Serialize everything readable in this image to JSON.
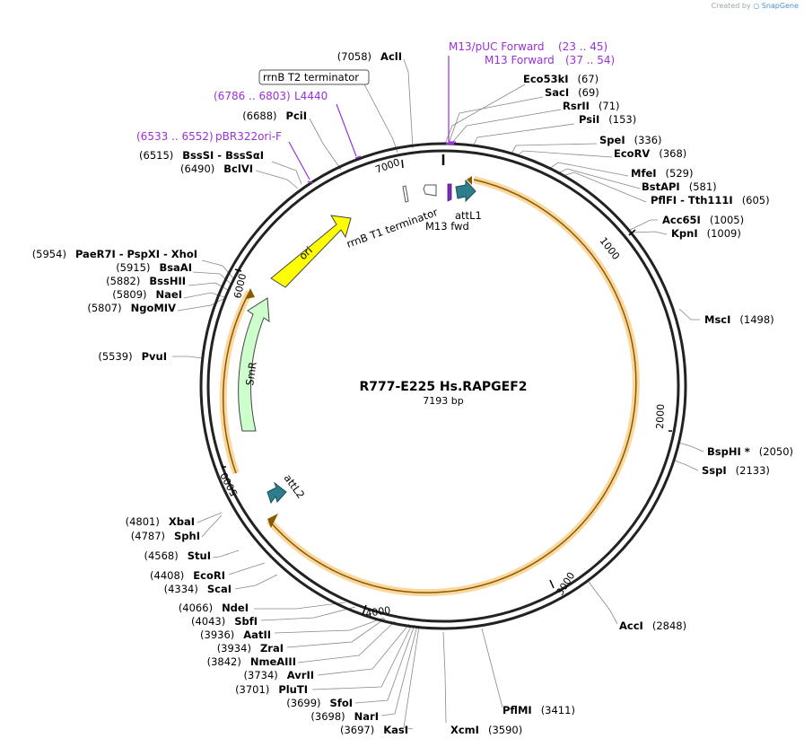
{
  "credit": {
    "prefix": "Created by",
    "brand": "SnapGene"
  },
  "plasmid": {
    "name": "R777-E225 Hs.RAPGEF2",
    "length_label": "7193 bp",
    "length": 7193
  },
  "ticks": [
    "1000",
    "2000",
    "3000",
    "4000",
    "5000",
    "6000",
    "7000"
  ],
  "inner_features": [
    {
      "label": "ori",
      "color": "#ffff00"
    },
    {
      "label": "SmR",
      "color": "#ccffcc"
    },
    {
      "label": "attL1",
      "color": "#2e7d8c"
    },
    {
      "label": "attL2",
      "color": "#2e7d8c"
    },
    {
      "label": "M13 fwd",
      "color": "#7a2fbf"
    },
    {
      "label": "rrnB T1 terminator",
      "color": "#ffffff"
    }
  ],
  "outer_boxed_label": "rrnB T2 terminator",
  "primers": [
    {
      "name": "M13/pUC Forward",
      "pos": "(23 .. 45)"
    },
    {
      "name": "M13 Forward",
      "pos": "(37 .. 54)"
    },
    {
      "name": "L4440",
      "pos": "(6786 .. 6803)"
    },
    {
      "name": "pBR322ori-F",
      "pos": "(6533 .. 6552)"
    }
  ],
  "sites_right": [
    {
      "name": "Eco53kI",
      "pos": "(67)"
    },
    {
      "name": "SacI",
      "pos": "(69)"
    },
    {
      "name": "RsrII",
      "pos": "(71)"
    },
    {
      "name": "PsiI",
      "pos": "(153)"
    },
    {
      "name": "SpeI",
      "pos": "(336)"
    },
    {
      "name": "EcoRV",
      "pos": "(368)"
    },
    {
      "name": "MfeI",
      "pos": "(529)"
    },
    {
      "name": "BstAPI",
      "pos": "(581)"
    },
    {
      "name": "PflFI - Tth111I",
      "pos": "(605)"
    },
    {
      "name": "Acc65I",
      "pos": "(1005)"
    },
    {
      "name": "KpnI",
      "pos": "(1009)"
    },
    {
      "name": "MscI",
      "pos": "(1498)"
    },
    {
      "name": "BspHI *",
      "pos": "(2050)"
    },
    {
      "name": "SspI",
      "pos": "(2133)"
    },
    {
      "name": "AccI",
      "pos": "(2848)"
    },
    {
      "name": "PflMI",
      "pos": "(3411)"
    },
    {
      "name": "XcmI",
      "pos": "(3590)"
    }
  ],
  "sites_left": [
    {
      "name": "AclI",
      "pos": "(7058)"
    },
    {
      "name": "PciI",
      "pos": "(6688)"
    },
    {
      "name": "BssSI - BssSαI",
      "pos": "(6515)"
    },
    {
      "name": "BclVI",
      "pos": "(6490)"
    },
    {
      "name": "PaeR7I - PspXI - XhoI",
      "pos": "(5954)"
    },
    {
      "name": "BsaAI",
      "pos": "(5915)"
    },
    {
      "name": "BssHII",
      "pos": "(5882)"
    },
    {
      "name": "NaeI",
      "pos": "(5809)"
    },
    {
      "name": "NgoMIV",
      "pos": "(5807)"
    },
    {
      "name": "PvuI",
      "pos": "(5539)"
    },
    {
      "name": "XbaI",
      "pos": "(4801)"
    },
    {
      "name": "SphI",
      "pos": "(4787)"
    },
    {
      "name": "StuI",
      "pos": "(4568)"
    },
    {
      "name": "EcoRI",
      "pos": "(4408)"
    },
    {
      "name": "ScaI",
      "pos": "(4334)"
    },
    {
      "name": "NdeI",
      "pos": "(4066)"
    },
    {
      "name": "SbfI",
      "pos": "(4043)"
    },
    {
      "name": "AatII",
      "pos": "(3936)"
    },
    {
      "name": "ZraI",
      "pos": "(3934)"
    },
    {
      "name": "NmeAIII",
      "pos": "(3842)"
    },
    {
      "name": "AvrII",
      "pos": "(3734)"
    },
    {
      "name": "PluTI",
      "pos": "(3701)"
    },
    {
      "name": "SfoI",
      "pos": "(3699)"
    },
    {
      "name": "NarI",
      "pos": "(3698)"
    },
    {
      "name": "KasI",
      "pos": "(3697)"
    }
  ],
  "colors": {
    "backbone": "#222222",
    "insert": "#f5a623",
    "primer": "#9b30d9"
  }
}
